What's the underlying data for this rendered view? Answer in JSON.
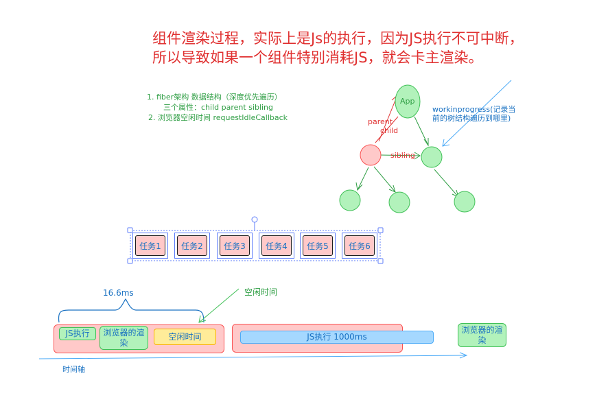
{
  "title": {
    "line1": "组件渲染过程，实际上是Js的执行，因为JS执行不可中断，",
    "line2": "所以导致如果一个组件特别消耗JS，就会卡主渲染。"
  },
  "notes": {
    "item1": "1. fiber架构   数据结构（深度优先遍历）",
    "item1_sub": "三个属性：child parent sibling",
    "item2": "2. 浏览器空闲时间 requestIdleCallback"
  },
  "tree": {
    "root_label": "App",
    "parent_label": "parent",
    "child_label": "child",
    "sibling_label": "sibling",
    "wip_line1": "workinprogress(记录当",
    "wip_line2": "前的树结构遍历到哪里)"
  },
  "tasks": [
    "任务1",
    "任务2",
    "任务3",
    "任务4",
    "任务5",
    "任务6"
  ],
  "timeline": {
    "frame_duration": "16.6ms",
    "idle_annotation": "空闲时间",
    "js_exec": "JS执行",
    "browser_render_1": "浏览器的渲染",
    "idle_box": "空闲时间",
    "js_exec_long": "JS执行 1000ms",
    "browser_render_2": "浏览器的渲染",
    "axis_label": "时间轴"
  },
  "colors": {
    "red": "#e03131",
    "green": "#2f9e44",
    "blue": "#1971c2",
    "node_green": "#b2f2bb",
    "node_red": "#ffc9c9",
    "yellow": "#ffec99",
    "light_blue": "#a5d8ff"
  }
}
